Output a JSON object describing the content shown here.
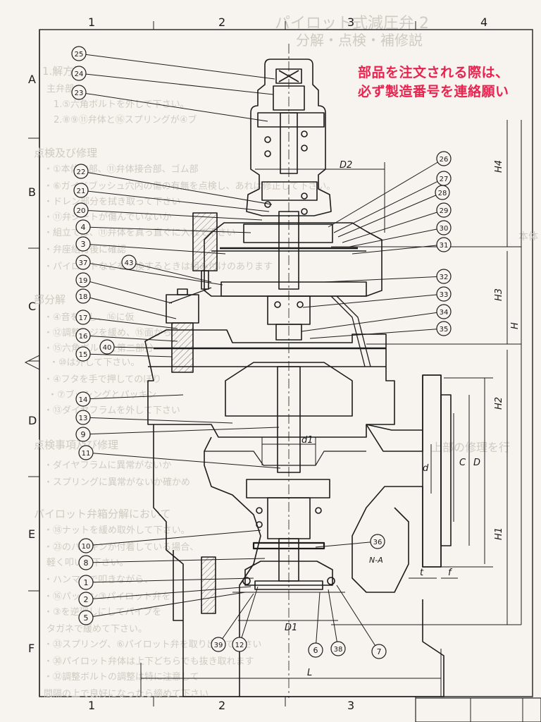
{
  "title_faded": "パイロット式減圧弁 2",
  "subtitle_faded": "分解・点検・補修説",
  "notice": {
    "line1": "部品を注文される際は、",
    "line2": "必ず製造番号を連絡願い"
  },
  "grid": {
    "columns": [
      "1",
      "2",
      "3",
      "4"
    ],
    "rows": [
      "A",
      "B",
      "C",
      "D",
      "E",
      "F"
    ]
  },
  "background_text": [
    "1.解方法",
    "主弁部",
    "1.⑤六角ボルトを外して下さい。",
    "2.⑧⑨⑪弁体と⑯スプリングが④ブ",
    "点検及び修理",
    "・①本体内部、⑪弁体接合部、ゴム部",
    "・⑥ガイドブッシュ穴内の傷の有無を点検し、あれば修正して下さい。",
    "・ドレン部分を拭き取って下さい",
    "・⑪弁シートが傷んでいないか",
    "・組立ては、⑪弁体を真っ直ぐに入れて下さい",
    "・弁座組付後に確認",
    "・パイロットなどを交換するときは組み付けのあります",
    "部分解",
    "・④音を外し、⑯に仮",
    "・⑫調整ネジを緩め、⑮面から",
    "・⑮六角ボルトを第二部分",
    "・⑩は外して下さい。",
    "・④フタを手で押してのぼり",
    "・⑦ブッシングとパッキン",
    "・⑬ダイヤフラムを外して下さい",
    "点検事項及び修理",
    "・ダイヤフラムに異常がないか",
    "・スプリングに異常がないか確かめ",
    "パイロット弁箱分解において",
    "・⑱ナットを緩め取外して下さい。",
    "・㉓のパッキンが付着している場合、",
    "軽く叩いて下さい。",
    "・ハンマーで叩きながら、",
    "・⑯パッキン③パイロット弁を",
    "・③を逆廻しにしてパイプを",
    "タガネで緩めて下さい。",
    "・㉝スプリング、⑥パイロット弁を取り出して下さい",
    "・㉚パイロット弁体は上下どちらでも抜き取れます",
    "・㉜調整ボルトの調整は特に注意して",
    "間隔の上で良好になったら締めて下さい"
  ],
  "right_faded": [
    "本体",
    "上部の修理を行"
  ],
  "callouts": [
    "25",
    "24",
    "23",
    "22",
    "21",
    "20",
    "4",
    "3",
    "37",
    "43",
    "19",
    "18",
    "17",
    "16",
    "40",
    "15",
    "14",
    "13",
    "9",
    "11",
    "10",
    "8",
    "1",
    "2",
    "5",
    "26",
    "27",
    "28",
    "29",
    "30",
    "31",
    "32",
    "33",
    "34",
    "35",
    "36",
    "38",
    "39",
    "12",
    "6",
    "7"
  ],
  "dimensions": [
    "H4",
    "H3",
    "H",
    "H2",
    "H1",
    "D2",
    "D1",
    "d1",
    "d",
    "C",
    "D",
    "t",
    "f",
    "L"
  ],
  "note_pipe": "N-A"
}
